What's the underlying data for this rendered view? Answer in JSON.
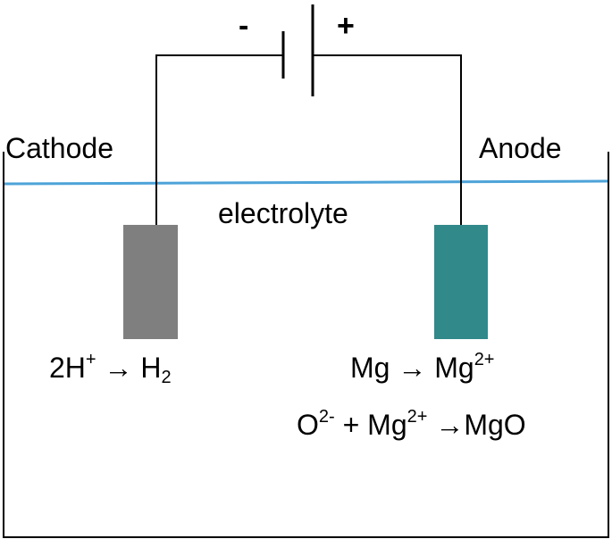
{
  "labels": {
    "minus": "-",
    "plus": "+",
    "cathode": "Cathode",
    "anode": "Anode",
    "electrolyte": "electrolyte"
  },
  "reactions": {
    "cathode": {
      "left_coef": "2H",
      "left_sup": "+",
      "arrow": "→",
      "right": "H",
      "right_sub": "2"
    },
    "anode": {
      "left": "Mg",
      "arrow": "→",
      "right": "Mg",
      "right_sup": "2+"
    },
    "oxide": {
      "o": "O",
      "o_sup": "2-",
      "plus": "+",
      "mg": "Mg",
      "mg_sup": "2+",
      "arrow": "→",
      "product": "MgO"
    }
  },
  "colors": {
    "cathode_electrode": "#7f7f7f",
    "anode_electrode": "#31898a",
    "electrolyte_line": "#4da3d8",
    "wire": "#000000"
  }
}
